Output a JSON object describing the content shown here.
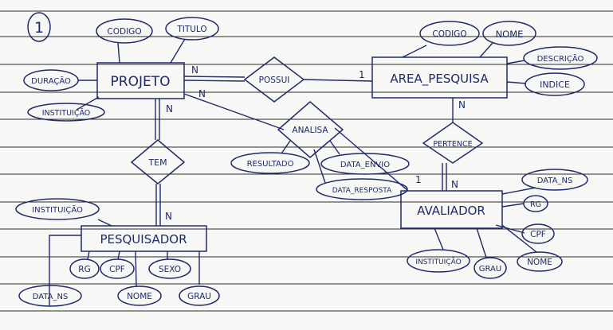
{
  "label": "1",
  "entities": [
    {
      "id": "projeto",
      "label": "PROJETO"
    },
    {
      "id": "area",
      "label": "AREA_PESQUISA"
    },
    {
      "id": "pesquisador",
      "label": "PESQUISADOR"
    },
    {
      "id": "avaliador",
      "label": "AVALIADOR"
    }
  ],
  "relationships": [
    {
      "id": "possui",
      "label": "POSSUI"
    },
    {
      "id": "analisa",
      "label": "ANALISA"
    },
    {
      "id": "tem",
      "label": "TEM"
    },
    {
      "id": "pertence",
      "label": "PERTENCE"
    }
  ],
  "attributes": [
    {
      "id": "proj-codigo",
      "label": "CODIGO"
    },
    {
      "id": "proj-titulo",
      "label": "TITULO"
    },
    {
      "id": "proj-duracao",
      "label": "DURAÇÃO"
    },
    {
      "id": "proj-instituicao",
      "label": "INSTITUIÇÃO"
    },
    {
      "id": "area-codigo",
      "label": "CODIGO"
    },
    {
      "id": "area-nome",
      "label": "NOME"
    },
    {
      "id": "area-descricao",
      "label": "DESCRIÇÃO"
    },
    {
      "id": "area-indice",
      "label": "INDICE"
    },
    {
      "id": "an-resultado",
      "label": "RESULTADO"
    },
    {
      "id": "an-data-envio",
      "label": "DATA_ENVIO"
    },
    {
      "id": "an-data-resposta",
      "label": "DATA_RESPOSTA"
    },
    {
      "id": "av-data-ns",
      "label": "DATA_NS"
    },
    {
      "id": "av-rg",
      "label": "RG"
    },
    {
      "id": "av-cpf",
      "label": "CPF"
    },
    {
      "id": "av-nome",
      "label": "NOME"
    },
    {
      "id": "av-grau",
      "label": "GRAU"
    },
    {
      "id": "av-instituicao",
      "label": "INSTITUIÇÃO"
    },
    {
      "id": "pe-instituicao",
      "label": "INSTITUIÇÃO"
    },
    {
      "id": "pe-rg",
      "label": "RG"
    },
    {
      "id": "pe-cpf",
      "label": "CPF"
    },
    {
      "id": "pe-sexo",
      "label": "SEXO"
    },
    {
      "id": "pe-data-ns",
      "label": "DATA_NS"
    },
    {
      "id": "pe-nome",
      "label": "NOME"
    },
    {
      "id": "pe-grau",
      "label": "GRAU"
    }
  ],
  "cardinalities": [
    {
      "id": "c1",
      "label": "N"
    },
    {
      "id": "c2",
      "label": "N"
    },
    {
      "id": "c3",
      "label": "1"
    },
    {
      "id": "c4",
      "label": "N"
    },
    {
      "id": "c5",
      "label": "N"
    },
    {
      "id": "c6",
      "label": "N"
    },
    {
      "id": "c7",
      "label": "1"
    },
    {
      "id": "c8",
      "label": "N"
    }
  ]
}
